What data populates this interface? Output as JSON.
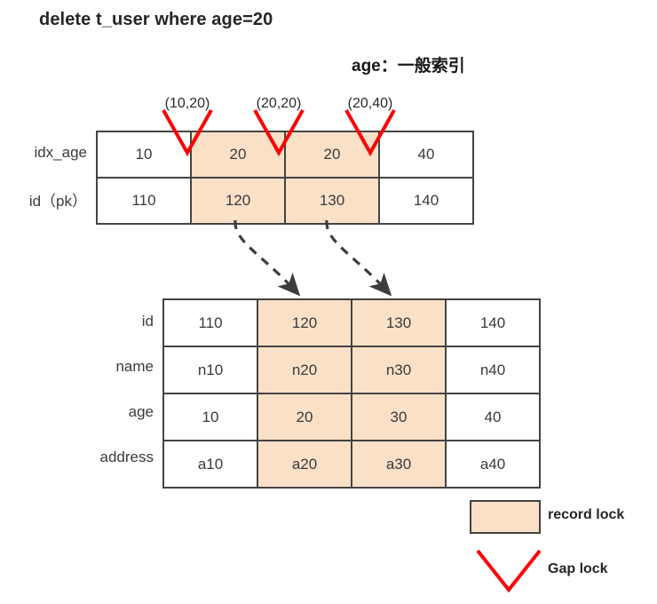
{
  "title": {
    "sql": "delete t_user where age=20",
    "index_note": "age：一般索引"
  },
  "index_table": {
    "name": "secondary-index-idx_age",
    "row_labels": [
      "idx_age",
      "id（pk）"
    ],
    "rows": [
      {
        "label": "idx_age",
        "cells": [
          "10",
          "20",
          "20",
          "40"
        ]
      },
      {
        "label": "id（pk）",
        "cells": [
          "110",
          "120",
          "130",
          "140"
        ]
      }
    ],
    "locked_columns": [
      1,
      2
    ]
  },
  "gap_locks": {
    "captions": [
      "(10,20)",
      "(20,20)",
      "(20,40)"
    ]
  },
  "data_table": {
    "name": "clustered-index-t_user",
    "rows": [
      {
        "label": "id",
        "cells": [
          "110",
          "120",
          "130",
          "140"
        ]
      },
      {
        "label": "name",
        "cells": [
          "n10",
          "n20",
          "n30",
          "n40"
        ]
      },
      {
        "label": "age",
        "cells": [
          "10",
          "20",
          "30",
          "40"
        ]
      },
      {
        "label": "address",
        "cells": [
          "a10",
          "a20",
          "a30",
          "a40"
        ]
      }
    ],
    "locked_columns": [
      1,
      2
    ]
  },
  "legend": {
    "record_lock_label": "record lock",
    "gap_lock_label": "Gap lock"
  },
  "colors": {
    "record_lock_fill": "#fbe0c8",
    "gap_lock_stroke": "#fb0007",
    "border": "#434343",
    "arrow": "#3d3d3d",
    "text": "#2b2b2b"
  }
}
